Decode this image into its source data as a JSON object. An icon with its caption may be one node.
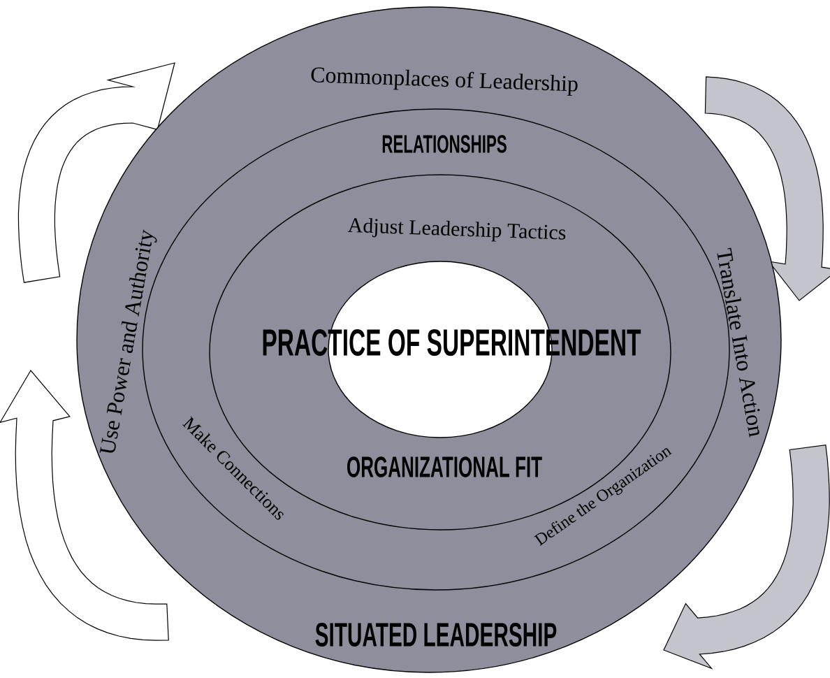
{
  "diagram": {
    "nodes": [
      {
        "text": [
          "Commonplaces of Leadership",
          "Use Power and Authority",
          "Translate Into Action",
          "SITUATED LEADERSHIP"
        ]
      },
      {
        "text": [
          "RELATIONSHIPS",
          "Make Connections",
          "Define the Organization"
        ],
        "in": 0
      },
      {
        "text": [
          "Adjust Leadership Tactics",
          "ORGANIZATIONAL FIT"
        ],
        "in": 1
      },
      {
        "text": [
          "PRACTICE OF SUPERINTENDENT"
        ],
        "in": 2
      }
    ]
  }
}
